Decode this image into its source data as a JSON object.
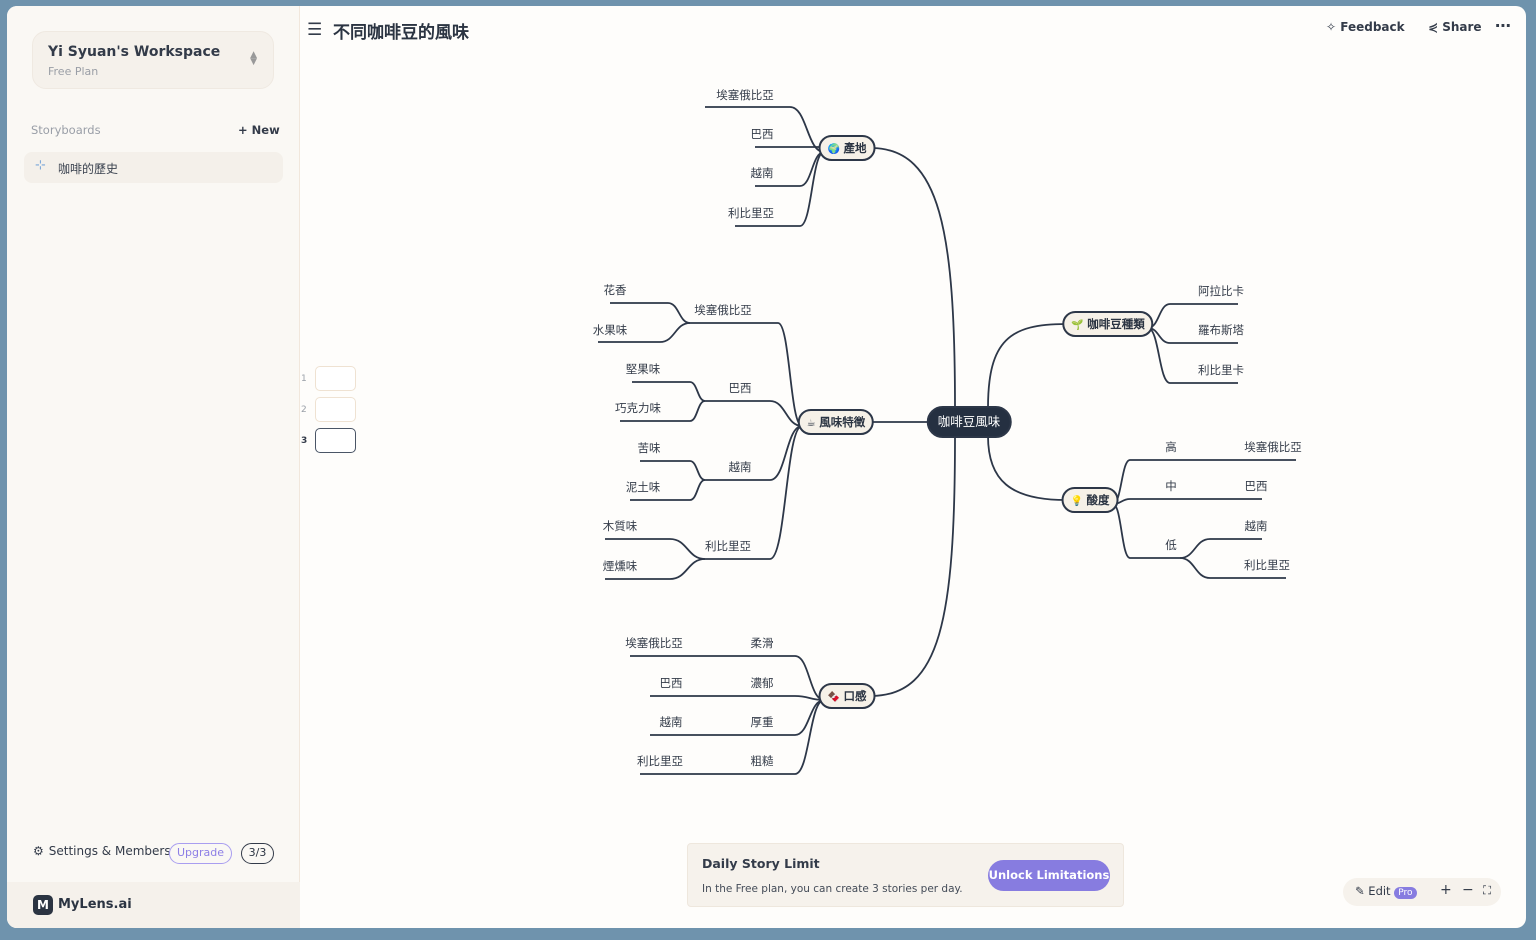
{
  "sidebar": {
    "workspace_name": "Yi Syuan's Workspace",
    "plan": "Free Plan",
    "section_label": "Storyboards",
    "new_label": "New",
    "items": [
      {
        "label": "咖啡的歷史",
        "icon": "mindmap-icon"
      }
    ],
    "settings_label": "Settings & Members",
    "upgrade_label": "Upgrade",
    "story_count": "3/3",
    "brand": "MyLens.ai"
  },
  "header": {
    "title": "不同咖啡豆的風味",
    "feedback_label": "Feedback",
    "share_label": "Share"
  },
  "thumbnails": [
    "1",
    "2",
    "3"
  ],
  "banner": {
    "title": "Daily Story Limit",
    "description": "In the Free plan, you can create 3 stories per day.",
    "button": "Unlock Limitations"
  },
  "zoom_controls": {
    "edit_label": "Edit",
    "pro_badge": "Pro"
  },
  "colors": {
    "accent": "#877ce0",
    "root_node": "#253041",
    "line": "#2d3748"
  },
  "mindmap": {
    "root": "咖啡豆風味",
    "branches": [
      {
        "label": "產地",
        "icon": "🌍",
        "children": [
          {
            "label": "埃塞俄比亞"
          },
          {
            "label": "巴西"
          },
          {
            "label": "越南"
          },
          {
            "label": "利比里亞"
          }
        ]
      },
      {
        "label": "咖啡豆種類",
        "icon": "🌱",
        "children": [
          {
            "label": "阿拉比卡"
          },
          {
            "label": "羅布斯塔"
          },
          {
            "label": "利比里卡"
          }
        ]
      },
      {
        "label": "風味特徵",
        "icon": "☕",
        "children": [
          {
            "label": "埃塞俄比亞",
            "children": [
              {
                "label": "花香"
              },
              {
                "label": "水果味"
              }
            ]
          },
          {
            "label": "巴西",
            "children": [
              {
                "label": "堅果味"
              },
              {
                "label": "巧克力味"
              }
            ]
          },
          {
            "label": "越南",
            "children": [
              {
                "label": "苦味"
              },
              {
                "label": "泥土味"
              }
            ]
          },
          {
            "label": "利比里亞",
            "children": [
              {
                "label": "木質味"
              },
              {
                "label": "煙燻味"
              }
            ]
          }
        ]
      },
      {
        "label": "酸度",
        "icon": "💡",
        "children": [
          {
            "label": "高",
            "children": [
              {
                "label": "埃塞俄比亞"
              }
            ]
          },
          {
            "label": "中",
            "children": [
              {
                "label": "巴西"
              }
            ]
          },
          {
            "label": "低",
            "children": [
              {
                "label": "越南"
              },
              {
                "label": "利比里亞"
              }
            ]
          }
        ]
      },
      {
        "label": "口感",
        "icon": "🍫",
        "children": [
          {
            "label": "柔滑",
            "children": [
              {
                "label": "埃塞俄比亞"
              }
            ]
          },
          {
            "label": "濃郁",
            "children": [
              {
                "label": "巴西"
              }
            ]
          },
          {
            "label": "厚重",
            "children": [
              {
                "label": "越南"
              }
            ]
          },
          {
            "label": "粗糙",
            "children": [
              {
                "label": "利比里亞"
              }
            ]
          }
        ]
      }
    ]
  }
}
